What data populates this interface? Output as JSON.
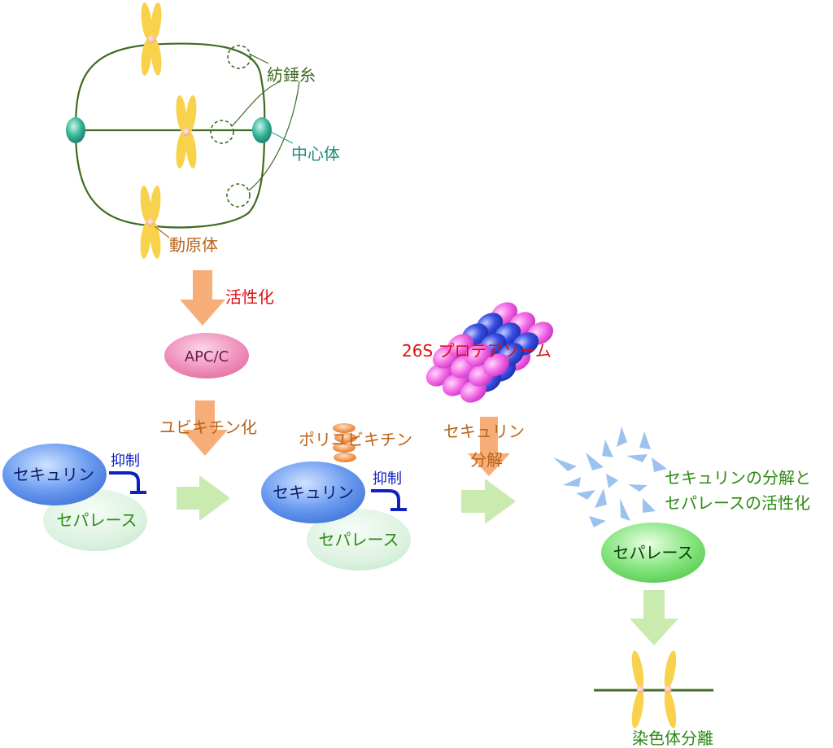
{
  "spindle": {
    "spindle_fiber_label": "紡錘糸",
    "centrosome_label": "中心体",
    "kinetochore_label": "動原体"
  },
  "step_activation": "活性化",
  "apc": {
    "label": "APC/C"
  },
  "step_ubiquitination": "ユビキチン化",
  "complex1": {
    "securin": "セキュリン",
    "separase": "セパレース",
    "inhibit": "抑制"
  },
  "polyubiquitin_label": "ポリユビキチン",
  "complex2": {
    "securin": "セキュリン",
    "separase": "セパレース",
    "inhibit": "抑制"
  },
  "proteasome": {
    "label": "26S プロテアソーム"
  },
  "degradation": {
    "line1": "セキュリン",
    "line2": "分解"
  },
  "result": {
    "line1": "セキュリンの分解と",
    "line2": "セパレースの活性化",
    "separase": "セパレース"
  },
  "final_label": "染色体分離",
  "colors": {
    "spindle": "#3f6b22",
    "centrosome": "#2aa78c",
    "chromosome": "#f8d24a",
    "activation_arrow": "#f7ad78",
    "apc": "#ee87b4",
    "securin": "#5a8de8",
    "separase_inactive": "#d6f0dc",
    "separase_active": "#7fe07a",
    "step_arrow": "#c9ebb0",
    "proteasome_pink": "#f26ee8",
    "proteasome_blue": "#3a4fe0",
    "inhibit": "#1020c0",
    "orange_text": "#b86418",
    "green_text": "#2b8a12",
    "red_text": "#e01010",
    "fragments": "#9cc2f0"
  }
}
